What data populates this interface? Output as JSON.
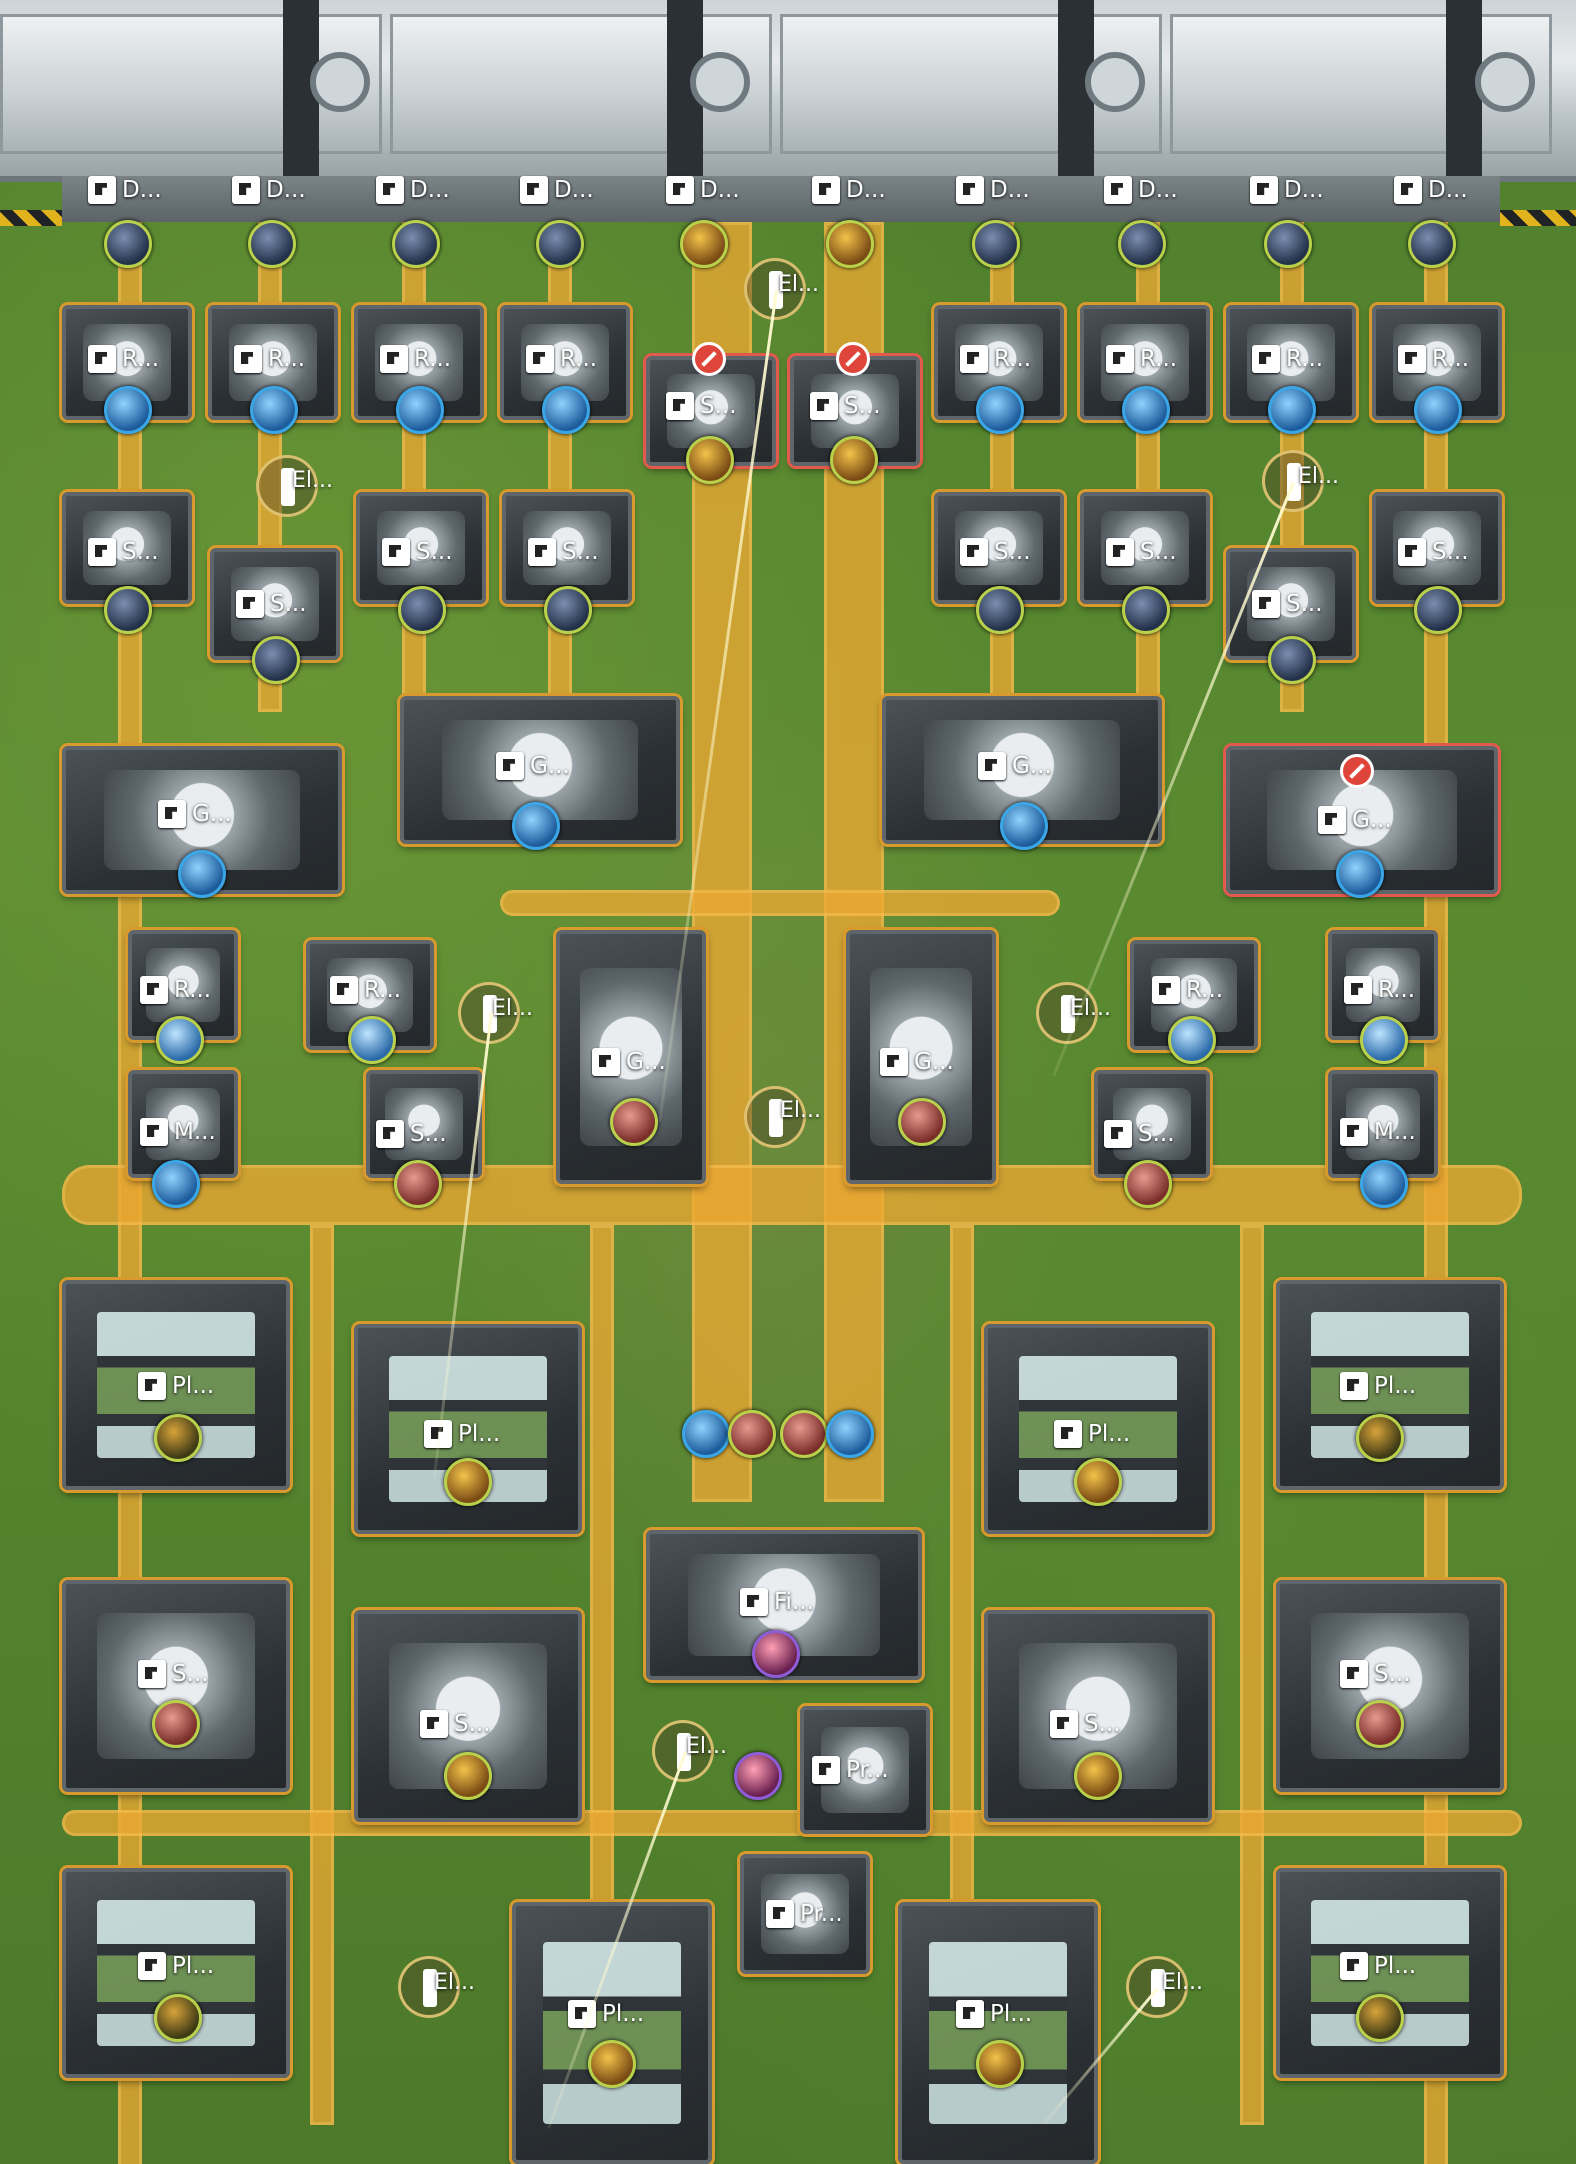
{
  "machines": {
    "depot_label": "D...",
    "refinery_label": "R...",
    "shredder_label": "S...",
    "grinder_label": "G...",
    "mold_label": "M...",
    "planter_label": "Pl...",
    "seed_label": "S...",
    "filling_label": "Fi...",
    "packer_label": "Pr...",
    "relay_label": "El..."
  },
  "colors": {
    "belt": "#eca832",
    "frame_accent": "#d89a2c",
    "blocked": "#e0453b",
    "grass": "#5a8a30"
  },
  "icons": [
    "depot-unloader-icon",
    "refinery-icon",
    "shredder-icon",
    "grinder-icon",
    "mold-icon",
    "planter-icon",
    "seed-collector-icon",
    "filling-unit-icon",
    "packer-icon",
    "electric-relay-icon",
    "blocked-icon"
  ]
}
